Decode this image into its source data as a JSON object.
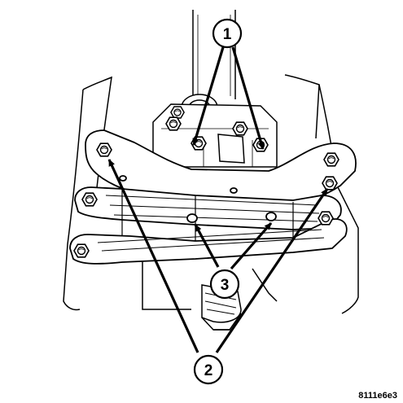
{
  "callouts": [
    {
      "id": "1",
      "label": "1"
    },
    {
      "id": "2",
      "label": "2"
    },
    {
      "id": "3",
      "label": "3"
    }
  ],
  "figure_id": "8111e6e3",
  "icons": [
    "transmission-crossmember",
    "mounting-bolt",
    "transmission-mount"
  ]
}
